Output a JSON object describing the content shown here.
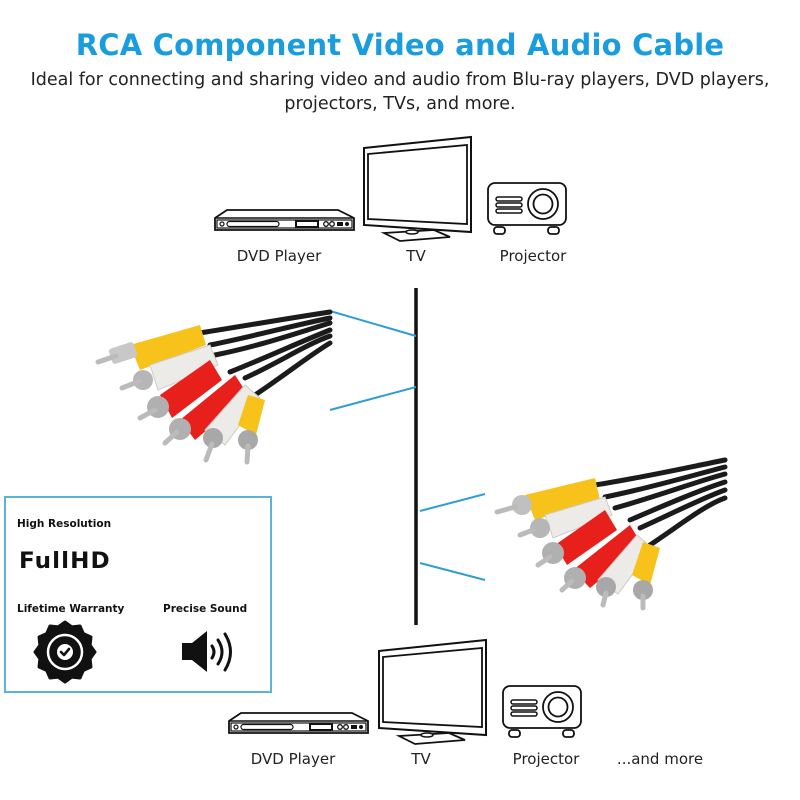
{
  "header": {
    "title": "RCA Component Video and Audio Cable",
    "subtitle": "Ideal for connecting and sharing video and audio from Blu-ray players, DVD players, projectors, TVs, and more."
  },
  "top_devices": [
    {
      "label": "DVD Player",
      "icon": "dvd-player-icon"
    },
    {
      "label": "TV",
      "icon": "tv-icon"
    },
    {
      "label": "Projector",
      "icon": "projector-icon"
    }
  ],
  "bottom_devices": [
    {
      "label": "DVD Player",
      "icon": "dvd-player-icon"
    },
    {
      "label": "TV",
      "icon": "tv-icon"
    },
    {
      "label": "Projector",
      "icon": "projector-icon"
    },
    {
      "label": "...and more"
    }
  ],
  "features": {
    "high_resolution": {
      "label": "High Resolution",
      "logo_text": "FullHD"
    },
    "lifetime_warranty": {
      "label": "Lifetime Warranty",
      "icon": "warranty-badge-icon"
    },
    "precise_sound": {
      "label": "Precise Sound",
      "icon": "speaker-icon"
    }
  },
  "cable": {
    "plug_colors": [
      "yellow",
      "white",
      "red",
      "red",
      "white",
      "yellow"
    ]
  },
  "colors": {
    "title": "#1a9ddf",
    "accent_line": "#2f9fd2",
    "box_border": "#5ab4d6",
    "plug_yellow": "#f7c21a",
    "plug_red": "#e8201c",
    "plug_white": "#f2f2f0",
    "cable_black": "#1b1b1b"
  }
}
